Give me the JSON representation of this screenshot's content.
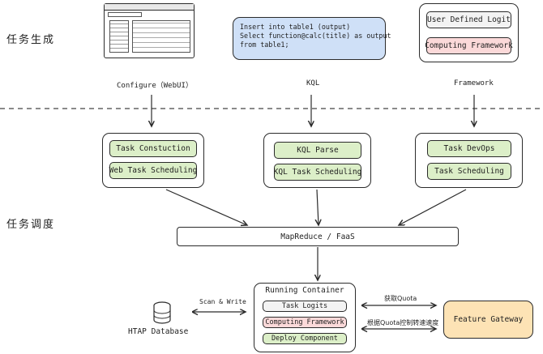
{
  "side_labels": {
    "gen": "任务生成",
    "sched": "任务调度"
  },
  "top": {
    "webui_label": "Configure（WebUI）",
    "kql_label": "KQL",
    "framework_label": "Framework",
    "kql_code": [
      "Insert into table1 (output)",
      "Select function@calc(title) as output",
      "from table1;"
    ],
    "framework_items": [
      "User Defined Logit",
      "Computing Framework"
    ]
  },
  "mid": {
    "left": [
      "Task Constuction",
      "Web Task Scheduling"
    ],
    "center": [
      "KQL Parse",
      "KQL Task Scheduling"
    ],
    "right": [
      "Task DevOps",
      "Task Scheduling"
    ]
  },
  "mapreduce": "MapReduce / FaaS",
  "container": {
    "title": "Running Container",
    "items": [
      "Task Logits",
      "Computing Framework",
      "Deploy Component"
    ]
  },
  "database": {
    "label": "HTAP Database",
    "edge_label": "Scan & Write"
  },
  "gateway": {
    "label": "Feature Gateway",
    "edge_top": "获取Quota",
    "edge_bottom": "根据Quota控制转速速度"
  },
  "colors": {
    "green": "#dcefc8",
    "pink": "#fbd9d9",
    "blue": "#cfe0f7",
    "orange": "#fde3b5"
  }
}
